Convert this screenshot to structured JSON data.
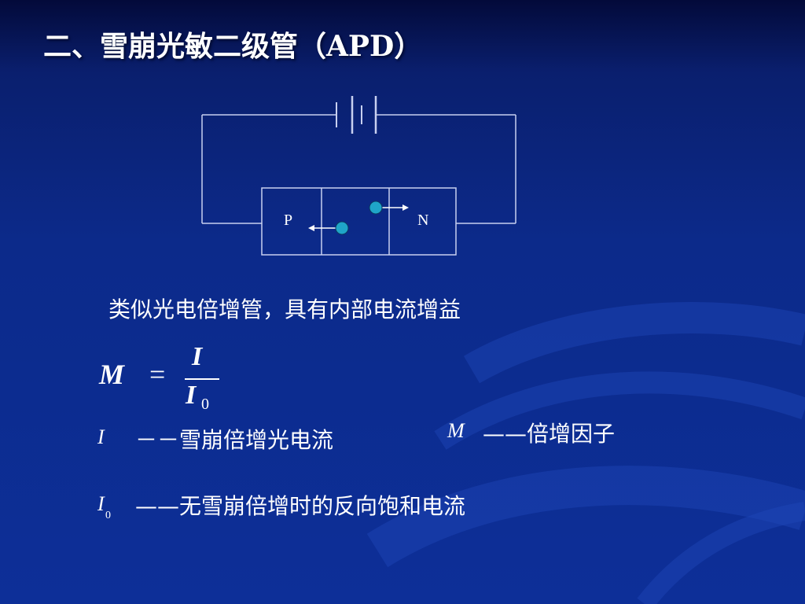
{
  "slide": {
    "title": "二、雪崩光敏二级管（APD）"
  },
  "diagram": {
    "p_label": "P",
    "n_label": "N"
  },
  "description": "类似光电倍增管，具有内部电流增益",
  "formula": {
    "lhs": "M",
    "eq": "=",
    "numerator": "I",
    "denominator": "I",
    "denominator_sub": "0"
  },
  "definitions": [
    {
      "symbol": "I",
      "sub": "",
      "text": "－－雪崩倍增光电流"
    },
    {
      "symbol": "M",
      "sub": "",
      "text": "——倍增因子"
    },
    {
      "symbol": "I",
      "sub": "0",
      "text": "——无雪崩倍增时的反向饱和电流"
    }
  ],
  "colors": {
    "background": "#0c2a8a",
    "wire": "#c8d0f0",
    "carrier": "#1fa5c8",
    "text": "#ffffff"
  }
}
